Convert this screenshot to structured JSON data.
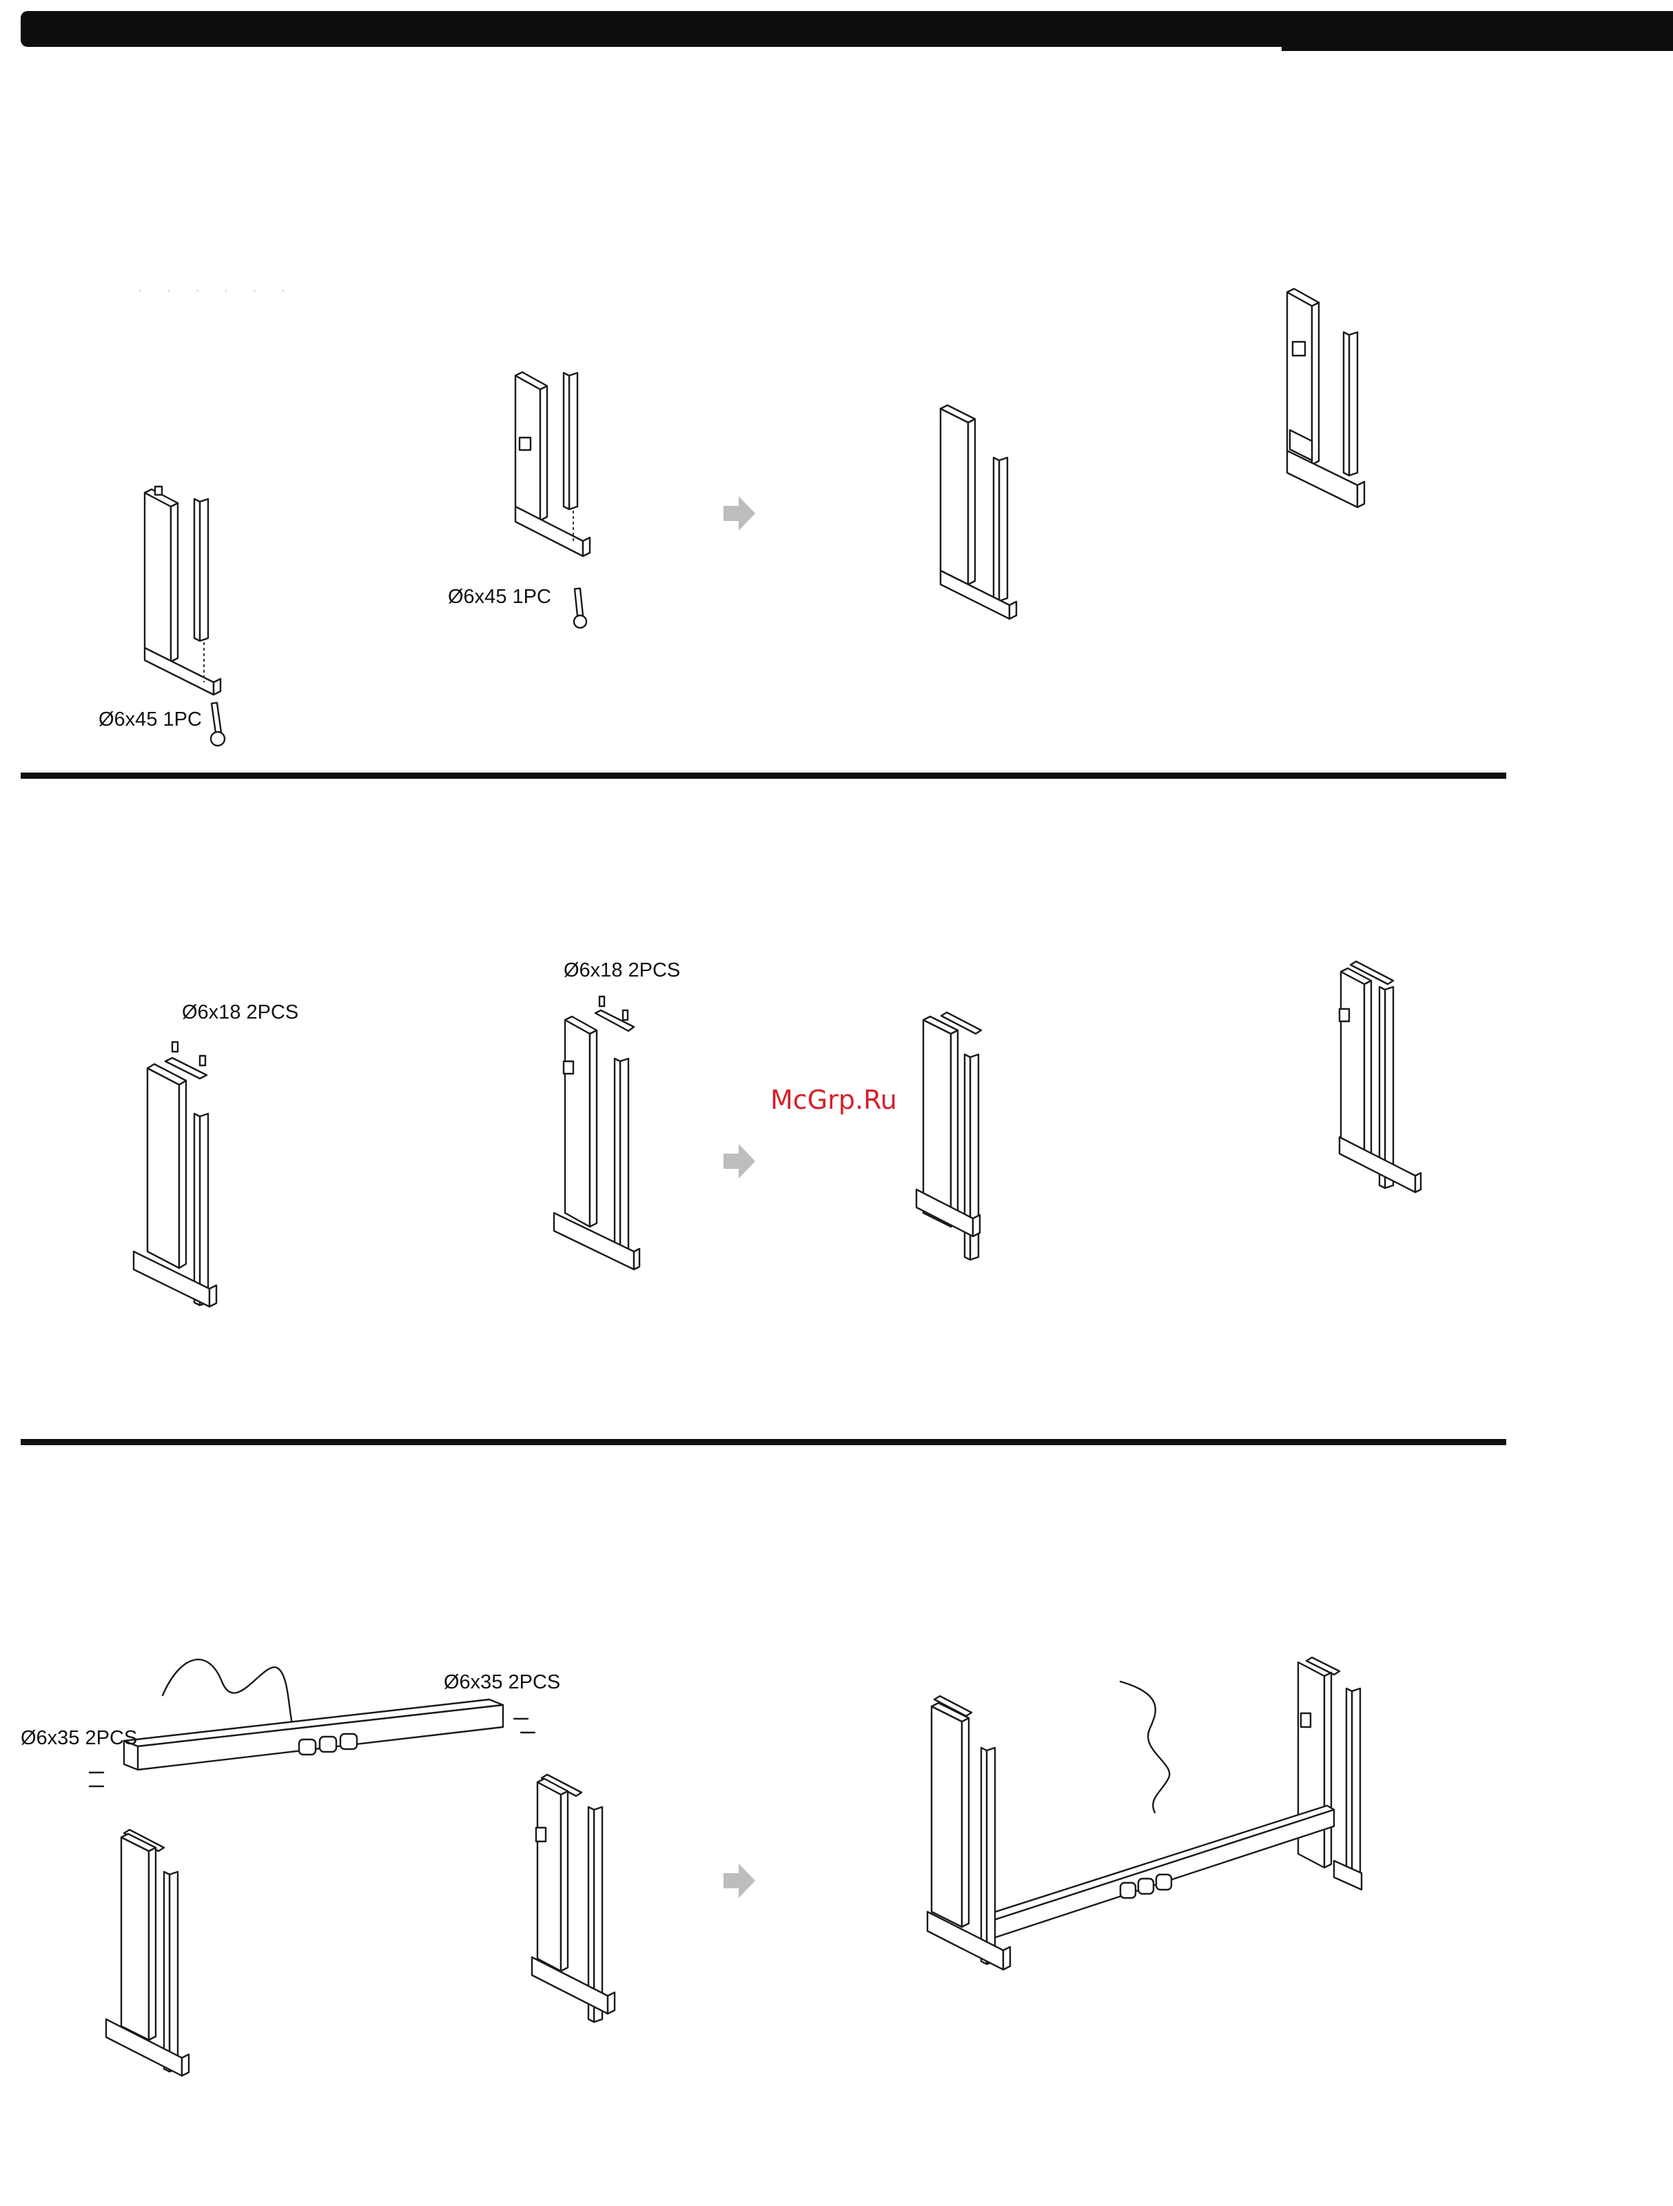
{
  "header": {
    "bar": ""
  },
  "faint_text": "· · · · · ·",
  "watermark": "McGrp.Ru",
  "steps": [
    {
      "labels": [
        "Ø6x45 1PC",
        "Ø6x45 1PC"
      ]
    },
    {
      "labels": [
        "Ø6x18 2PCS",
        "Ø6x18 2PCS"
      ]
    },
    {
      "labels": [
        "Ø6x35 2PCS",
        "Ø6x35 2PCS"
      ]
    }
  ],
  "colors": {
    "ink": "#111111",
    "arrow": "#bdbdbd",
    "watermark": "#d4212a"
  }
}
